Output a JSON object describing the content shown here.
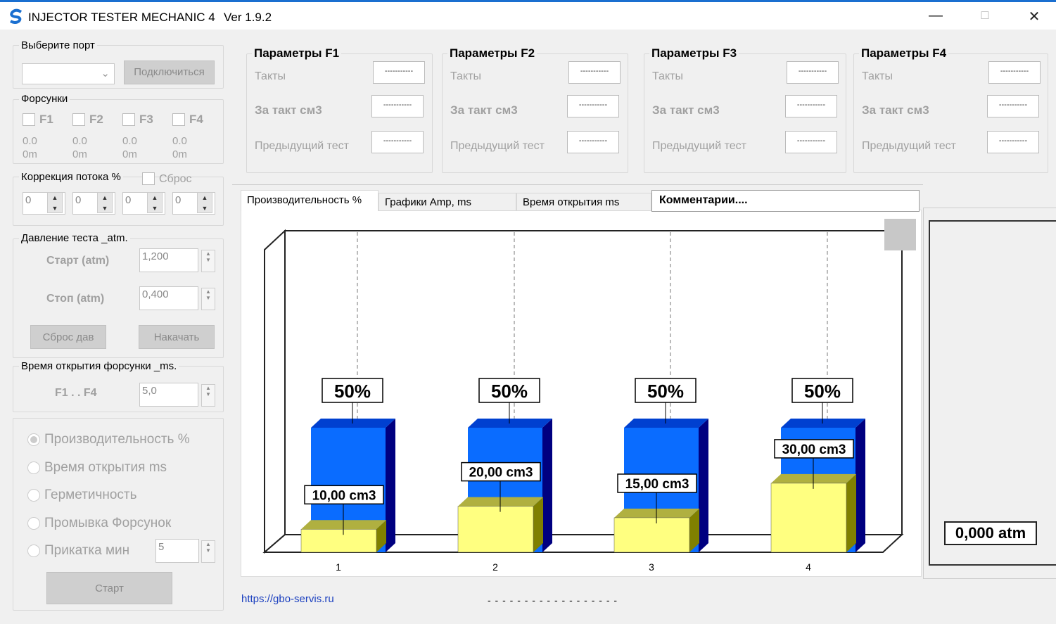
{
  "window": {
    "title": "INJECTOR TESTER MECHANIC 4",
    "version": "Ver 1.9.2"
  },
  "port": {
    "label": "Выберите порт",
    "selected": "",
    "connect": "Подключиться"
  },
  "injectors": {
    "label": "Форсунки",
    "items": [
      {
        "name": "F1",
        "v1": "0.0",
        "v2": "0m"
      },
      {
        "name": "F2",
        "v1": "0.0",
        "v2": "0m"
      },
      {
        "name": "F3",
        "v1": "0.0",
        "v2": "0m"
      },
      {
        "name": "F4",
        "v1": "0.0",
        "v2": "0m"
      }
    ]
  },
  "flow": {
    "label": "Коррекция потока %",
    "reset": "Сброс",
    "values": [
      "0",
      "0",
      "0",
      "0"
    ]
  },
  "pressure": {
    "label": "Давление теста _atm.",
    "start_label": "Старт (atm)",
    "start": "1,200",
    "stop_label": "Стоп (atm)",
    "stop": "0,400",
    "reset": "Сброс дав",
    "pump": "Накачать"
  },
  "open_time": {
    "label": "Время открытия форсунки _ms.",
    "field_label": "F1 . . F4",
    "value": "5,0"
  },
  "modes": {
    "items": [
      "Производительность %",
      "Время открытия ms",
      "Герметичность",
      "Промывка Форсунок",
      "Прикатка мин"
    ],
    "selected": 0,
    "roll_value": "5",
    "start": "Старт"
  },
  "params": [
    {
      "title": "Параметры F1",
      "takty": "Такты",
      "per": "За такт см3",
      "prev": "Предыдущий тест",
      "v1": "-----------",
      "v2": "-----------",
      "v3": "-----------"
    },
    {
      "title": "Параметры F2",
      "takty": "Такты",
      "per": "За такт см3",
      "prev": "Предыдущий тест",
      "v1": "-----------",
      "v2": "-----------",
      "v3": "-----------"
    },
    {
      "title": "Параметры F3",
      "takty": "Такты",
      "per": "За такт см3",
      "prev": "Предыдущий тест",
      "v1": "-----------",
      "v2": "-----------",
      "v3": "-----------"
    },
    {
      "title": "Параметры F4",
      "takty": "Такты",
      "per": "За такт см3",
      "prev": "Предыдущий тест",
      "v1": "-----------",
      "v2": "-----------",
      "v3": "-----------"
    }
  ],
  "tabs": [
    "Производительность %",
    "Графики   Amp, ms",
    "Время открытия ms"
  ],
  "comments": "Комментарии....",
  "pressure_readout": "0,000 atm",
  "footer": {
    "link": "https://gbo-servis.ru",
    "status": "- - - - - - - - - - - - - - - - - -"
  },
  "colors": {
    "bar_blue": "#0a6cff",
    "bar_yellow": "#ffff80"
  },
  "chart_data": {
    "type": "bar",
    "categories": [
      "1",
      "2",
      "3",
      "4"
    ],
    "series": [
      {
        "values": [
          50,
          50,
          50,
          50
        ],
        "labels": [
          "50%",
          "50%",
          "50%",
          "50%"
        ]
      },
      {
        "values": [
          10,
          20,
          15,
          30
        ],
        "labels": [
          "10,00 cm3",
          "20,00 cm3",
          "15,00 cm3",
          "30,00 cm3"
        ]
      }
    ]
  }
}
